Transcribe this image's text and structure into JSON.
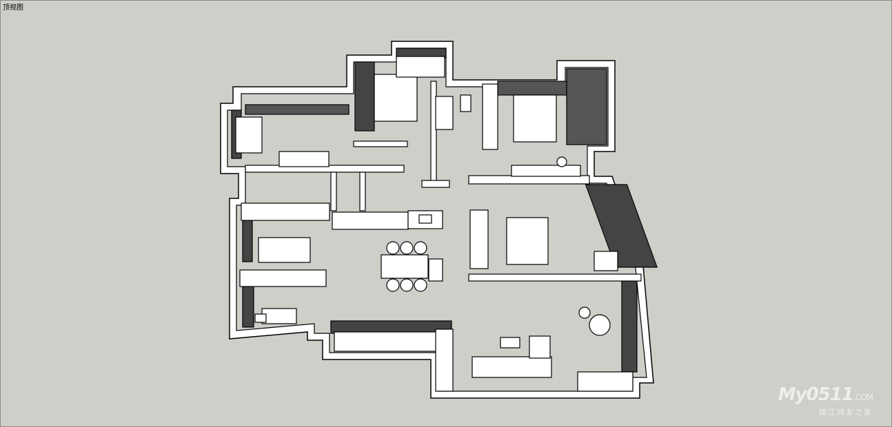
{
  "viewport": {
    "view_name": "顶视图"
  },
  "watermark": {
    "logo": "My0511",
    "domain": ".COM",
    "tagline": "镇江网友之家"
  },
  "colors": {
    "background": "#cfcfca",
    "wall": "#ffffff",
    "shadow": "#555555",
    "outline": "#000000"
  }
}
